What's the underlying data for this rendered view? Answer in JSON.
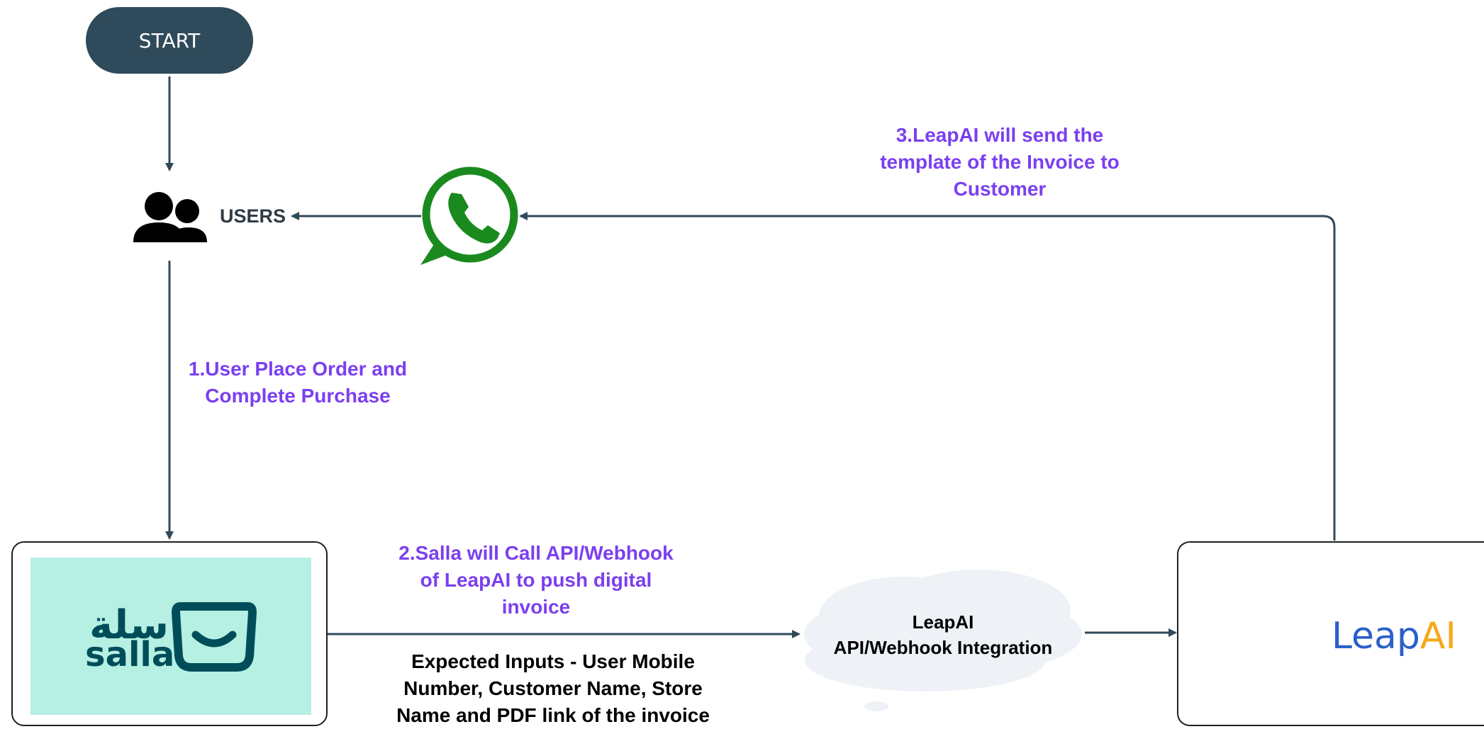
{
  "nodes": {
    "start": "START",
    "users": "USERS",
    "cloud_line1": "LeapAI",
    "cloud_line2": "API/Webhook Integration",
    "salla_arabic": "سلة",
    "salla_latin": "salla",
    "leapai_leap": "Leap",
    "leapai_ai": "AI"
  },
  "labels": {
    "step1_line1": "1.User Place Order and",
    "step1_line2": "Complete Purchase",
    "step2_line1": "2.Salla will Call API/Webhook",
    "step2_line2": "of LeapAI to push digital",
    "step2_line3": "invoice",
    "step3_line1": "3.LeapAI will send the",
    "step3_line2": "template of the Invoice to",
    "step3_line3": "Customer",
    "inputs_line1": "Expected Inputs - User Mobile",
    "inputs_line2": "Number, Customer Name, Store",
    "inputs_line3": "Name and PDF link of the invoice"
  },
  "colors": {
    "start_fill": "#2f4a5a",
    "arrow": "#2f4a5a",
    "step_text": "#7b3ff0",
    "whatsapp_green": "#1a8a1f",
    "salla_bg": "#b6f0e3",
    "salla_dark": "#004d5a",
    "leap_blue": "#2a60c8",
    "leap_orange": "#f5a91b",
    "cloud_fill": "#eef1f5"
  },
  "icons": [
    "users-icon",
    "whatsapp-icon",
    "salla-logo",
    "leapai-logo",
    "cloud-shape"
  ]
}
